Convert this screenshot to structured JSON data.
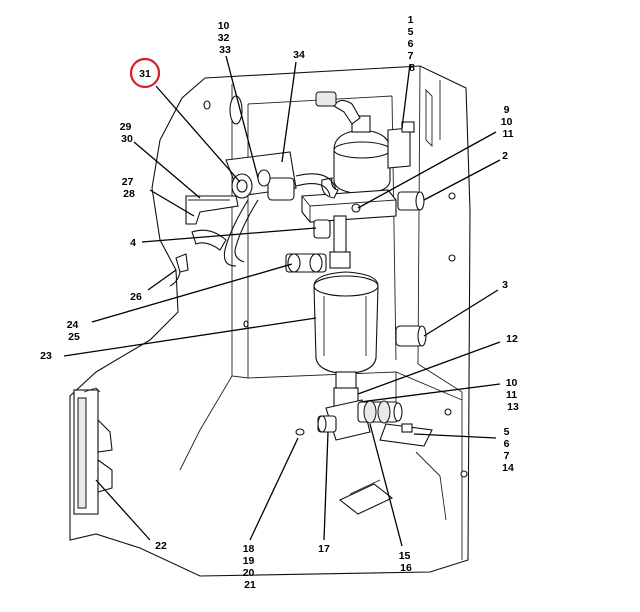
{
  "highlight": {
    "label": "31",
    "color": "#d61f26"
  },
  "callouts": {
    "c1": [
      "1",
      "5",
      "6",
      "7",
      "8"
    ],
    "c10top": [
      "10",
      "32",
      "33"
    ],
    "c34": [
      "34"
    ],
    "c29": [
      "29",
      "30"
    ],
    "c27": [
      "27",
      "28"
    ],
    "c9": [
      "9",
      "10",
      "11"
    ],
    "c2": [
      "2"
    ],
    "c4": [
      "4"
    ],
    "c26": [
      "26"
    ],
    "c24": [
      "24",
      "25"
    ],
    "c23": [
      "23"
    ],
    "c3": [
      "3"
    ],
    "c12": [
      "12"
    ],
    "c10right": [
      "10",
      "11",
      "13"
    ],
    "c5": [
      "5",
      "6",
      "7",
      "14"
    ],
    "c22": [
      "22"
    ],
    "c18": [
      "18",
      "19",
      "20",
      "21"
    ],
    "c17": [
      "17"
    ],
    "c15": [
      "15",
      "16"
    ]
  }
}
